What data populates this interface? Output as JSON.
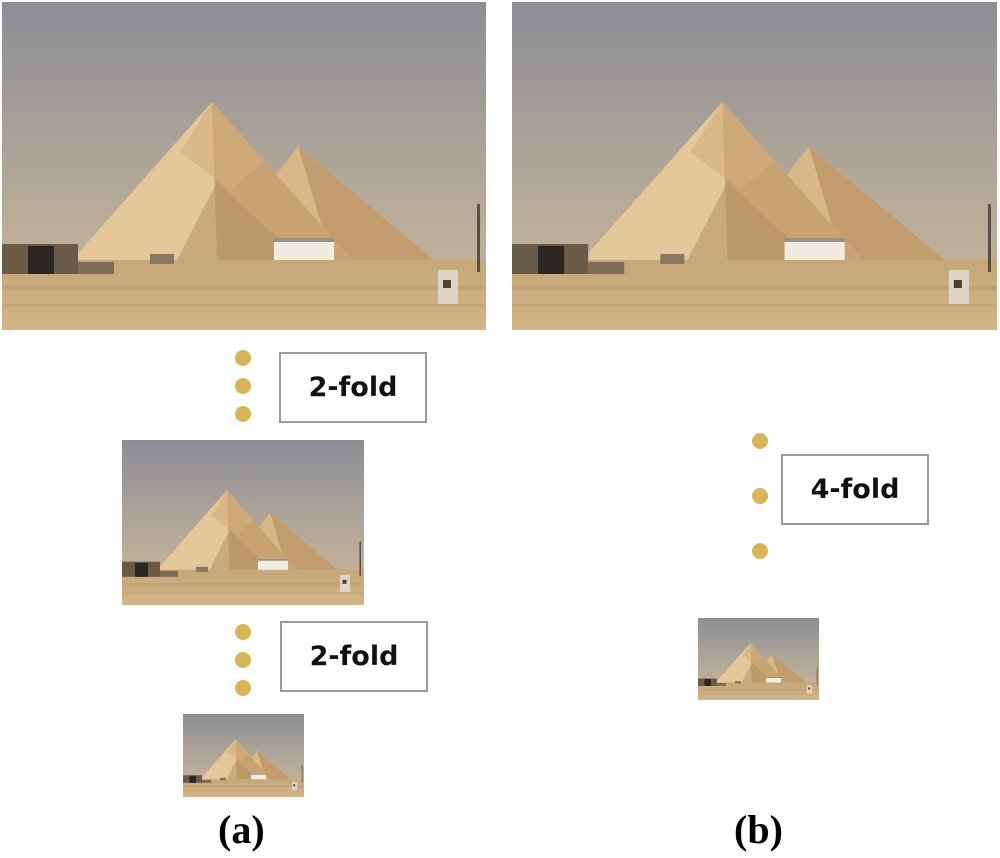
{
  "colors": {
    "dot": "#d8b658",
    "box_border": "#9a9a9a",
    "sky_top": "#8f8f97",
    "sky_bottom": "#c4b29c",
    "sand": "#c9a97b",
    "pyramid_light": "#e6c99a",
    "pyramid_shadow": "#b58f62"
  },
  "images": {
    "photo_icon": "pyramids-photo"
  },
  "panel_a": {
    "label_top": "2-fold",
    "label_bottom": "2-fold",
    "caption": "(a)"
  },
  "panel_b": {
    "label": "4-fold",
    "caption": "(b)"
  }
}
